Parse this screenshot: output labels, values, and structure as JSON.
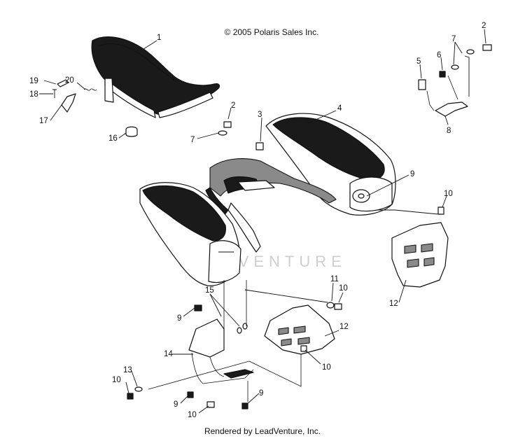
{
  "copyright": "© 2005 Polaris Sales Inc.",
  "watermark": "LEADVENTURE",
  "footer": "Rendered by LeadVenture, Inc.",
  "labels": {
    "seat": "1",
    "screw_top_right": "2",
    "screw_center": "2",
    "bumper_3": "3",
    "fender_right": "4",
    "bolt_5": "5",
    "nut_6": "6",
    "washer_7_right": "7",
    "washer_7_center": "7",
    "bracket_8": "8",
    "grommet_9_rear": "9",
    "nut_9_left": "9",
    "nut_9_bottom_left": "9",
    "nut_9_bottom_right": "9",
    "screw_10_right": "10",
    "screw_10_mid": "10",
    "screw_10_bottom": "10",
    "screw_10_left": "10",
    "screw_10_bottom_center": "10",
    "washer_11": "11",
    "guard_12_right": "12",
    "guard_12_center": "12",
    "washer_13": "13",
    "bracket_14": "14",
    "spacer_15": "15",
    "bumper_16": "16",
    "latch_17": "17",
    "rivet_18": "18",
    "plate_19": "19",
    "spring_20": "20"
  }
}
